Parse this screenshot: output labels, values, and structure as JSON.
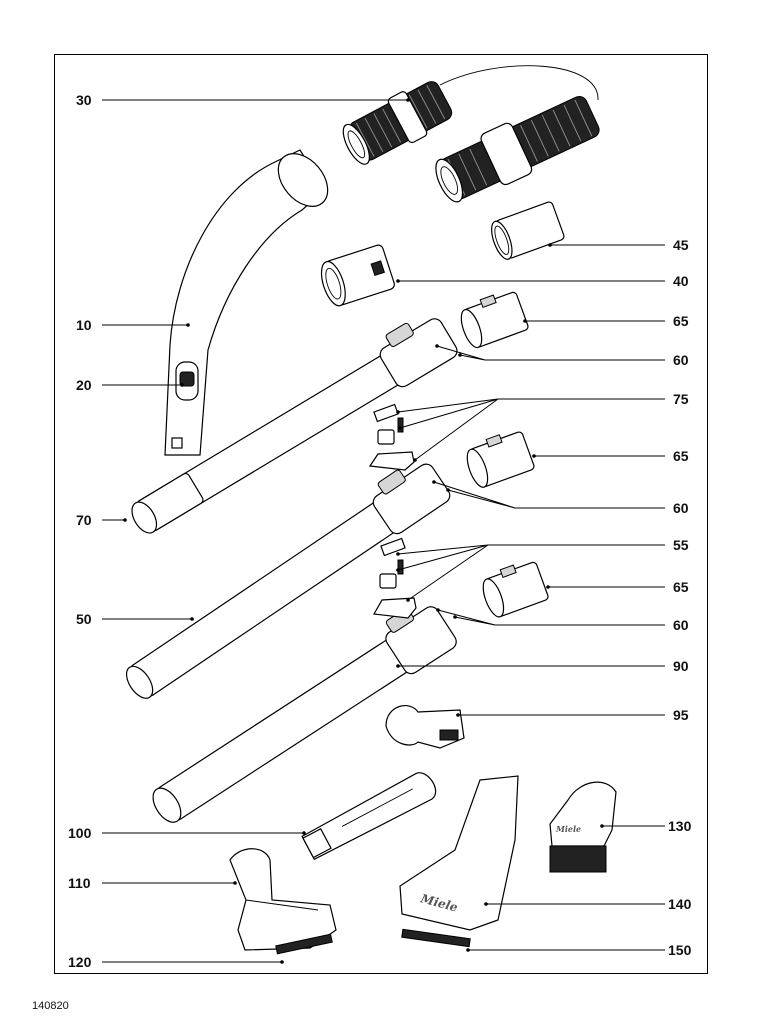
{
  "diagram": {
    "document_number": "140820",
    "brand_marks": [
      "Miele"
    ],
    "part_labels": [
      "30",
      "45",
      "40",
      "10",
      "65",
      "60",
      "20",
      "75",
      "65",
      "70",
      "60",
      "55",
      "50",
      "65",
      "60",
      "90",
      "95",
      "100",
      "130",
      "110",
      "140",
      "120",
      "150"
    ]
  }
}
